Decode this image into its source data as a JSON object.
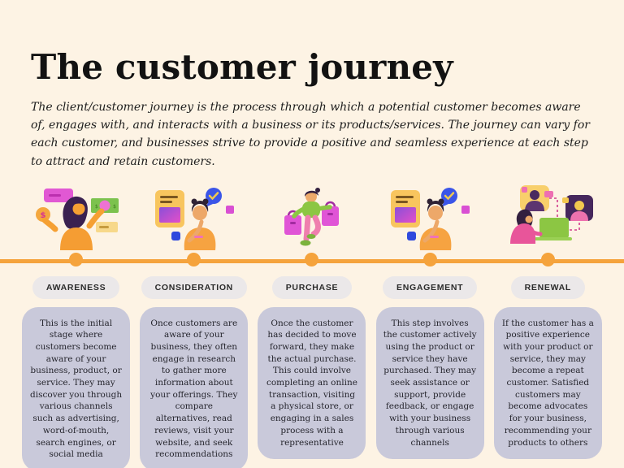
{
  "header": {
    "title": "The customer journey",
    "intro": "The client/customer journey is the process through which a potential customer becomes aware of, engages with, and interacts with a business or its products/services. The journey can vary for each customer, and businesses strive to provide a positive and seamless experience at each step to attract and retain customers."
  },
  "colors": {
    "background": "#fdf3e4",
    "timeline_orange": "#f5a33c",
    "label_pill_gray": "#ebe8e9",
    "description_box_lavender": "#c9c9da",
    "text_dark": "#161616"
  },
  "stages": [
    {
      "label": "AWARENESS",
      "icon": "woman-with-money-icon",
      "description": "This is the initial stage where customers become aware of your business, product, or service. They may discover you through various channels such as advertising, word-of-mouth, search engines, or social media"
    },
    {
      "label": "CONSIDERATION",
      "icon": "person-researching-icon",
      "description": "Once customers are aware of your business, they often engage in research to gather more information about your offerings. They compare alternatives, read reviews, visit your website, and seek recommendations"
    },
    {
      "label": "PURCHASE",
      "icon": "shopper-with-bags-icon",
      "description": "Once the customer has decided to move forward, they make the actual purchase. This could involve completing an online transaction, visiting a physical store, or engaging in a sales process with a representative"
    },
    {
      "label": "ENGAGEMENT",
      "icon": "customer-feedback-icon",
      "description": "This step involves the customer actively using the product or service they have purchased. They may seek assistance or support, provide feedback, or engage with your business through various channels"
    },
    {
      "label": "RENEWAL",
      "icon": "video-call-advocacy-icon",
      "description": "If the customer has a positive experience with your product or service, they may become a repeat customer. Satisfied customers may become advocates for your business, recommending your products to others"
    }
  ]
}
